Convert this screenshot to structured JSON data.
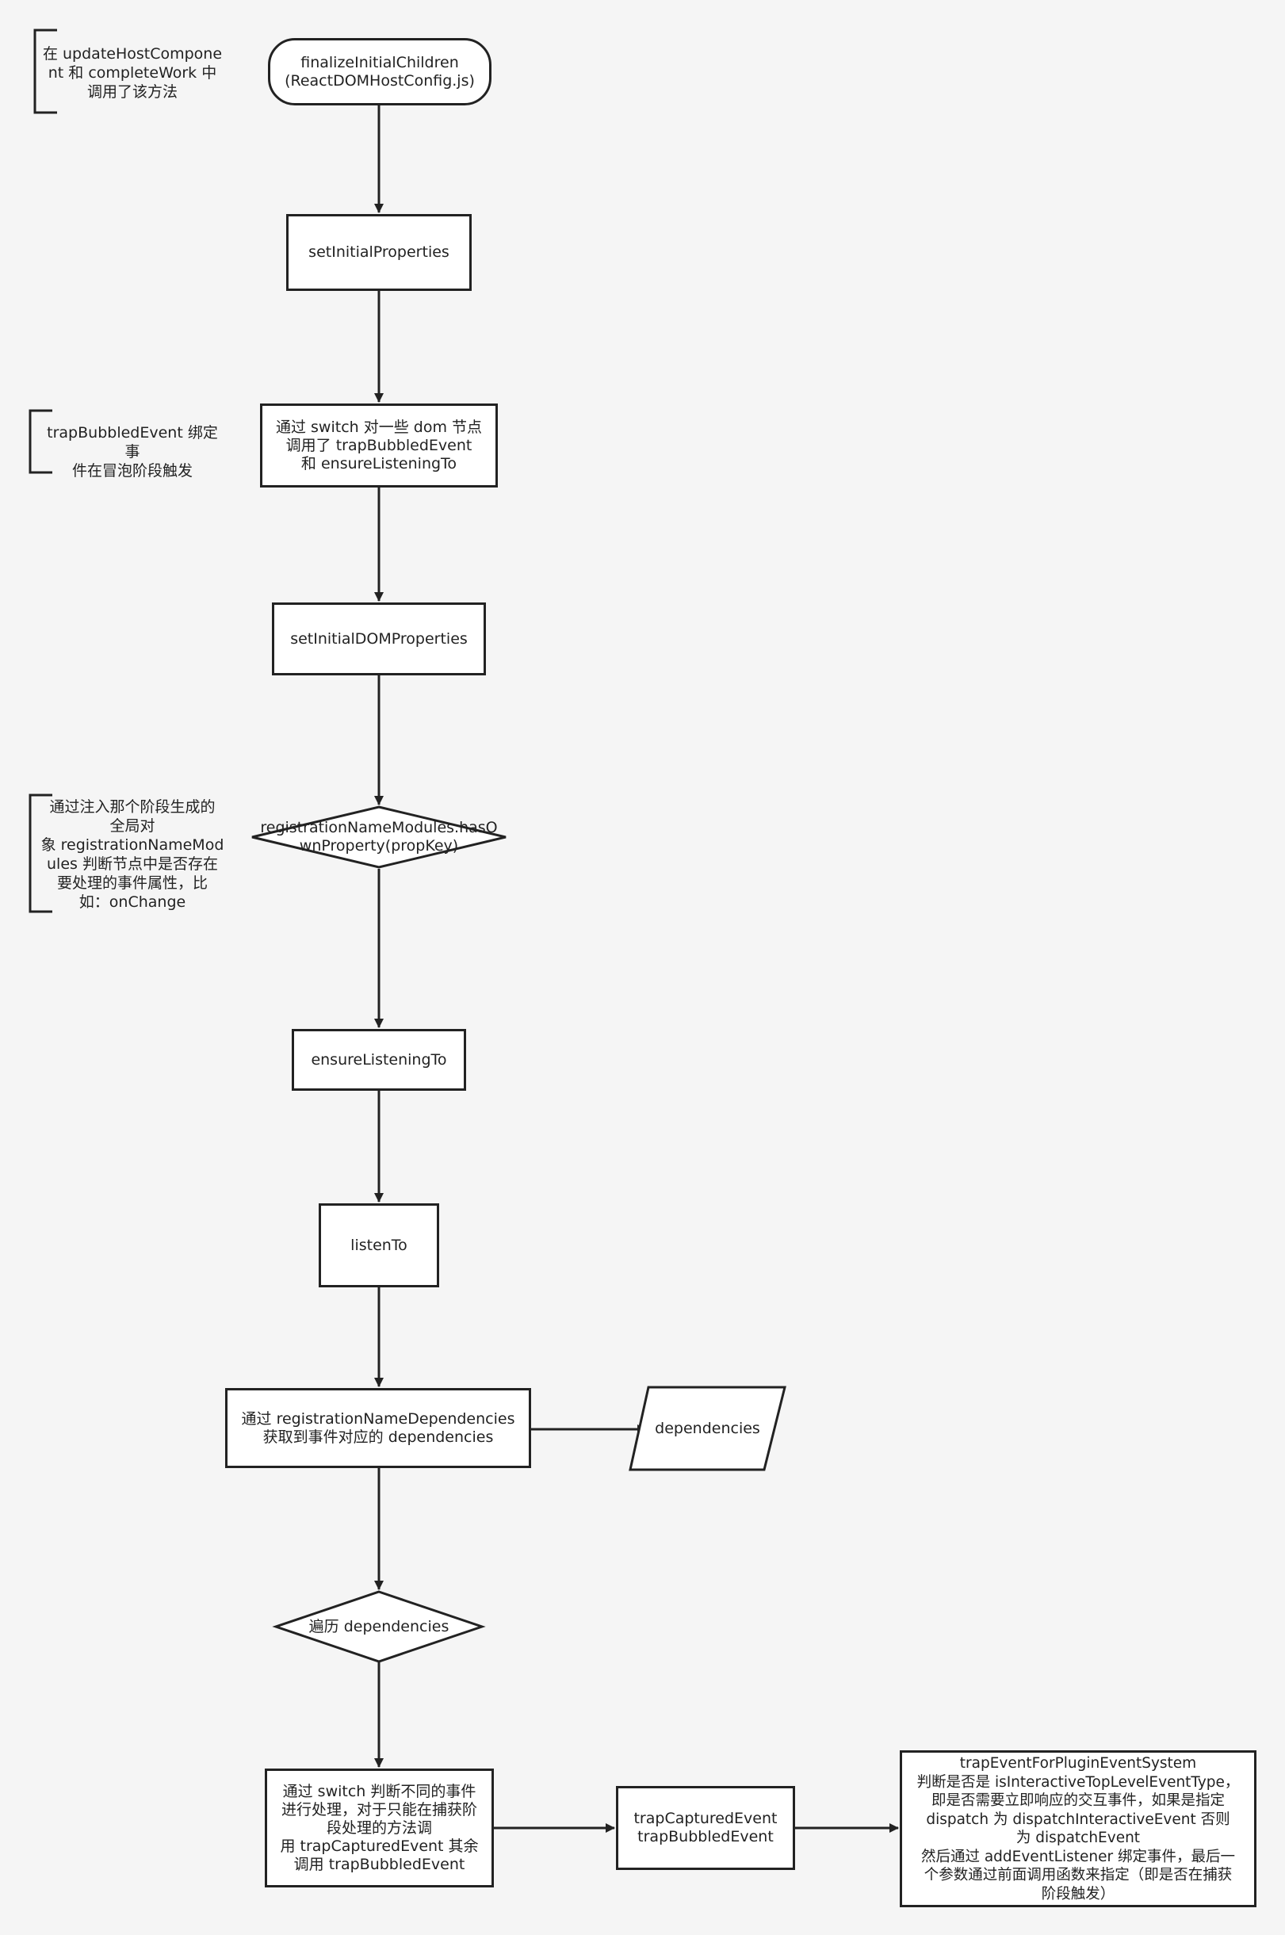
{
  "nodes": {
    "finalize": "finalizeInitialChildren\n(ReactDOMHostConfig.js)",
    "set_initial_properties": "setInitialProperties",
    "switch_dom": "通过 switch 对一些 dom 节点\n调用了 trapBubbledEvent\n和 ensureListeningTo",
    "set_initial_dom": "setInitialDOMProperties",
    "has_own": "registrationNameModules.hasO\nwnProperty(propKey)",
    "ensure_listening": "ensureListeningTo",
    "listen_to": "listenTo",
    "get_deps": "通过 registrationNameDependencies\n获取到事件对应的 dependencies",
    "dependencies": "dependencies",
    "iterate_deps": "遍历 dependencies",
    "switch_events": "通过 switch 判断不同的事件\n进行处理，对于只能在捕获阶\n段处理的方法调\n用 trapCapturedEvent 其余\n调用 trapBubbledEvent",
    "trap_events": "trapCapturedEvent\ntrapBubbledEvent",
    "trap_plugin": "trapEventForPluginEventSystem\n判断是否是 isInteractiveTopLevelEventType，\n即是否需要立即响应的交互事件，如果是指定\ndispatch 为 dispatchInteractiveEvent 否则\n为 dispatchEvent\n然后通过 addEventListener 绑定事件，最后一\n个参数通过前面调用函数来指定（即是否在捕获\n阶段触发）"
  },
  "annotations": {
    "note_update": "在 updateHostCompone\nnt 和 completeWork 中\n调用了该方法",
    "note_trap_bubbled": "trapBubbledEvent 绑定事\n件在冒泡阶段触发",
    "note_registration": "通过注入那个阶段生成的\n全局对\n象 registrationNameMod\nules 判断节点中是否存在\n要处理的事件属性，比\n如：onChange"
  },
  "colors": {
    "stroke": "#222222",
    "fill": "#ffffff",
    "background": "#f5f5f5"
  }
}
